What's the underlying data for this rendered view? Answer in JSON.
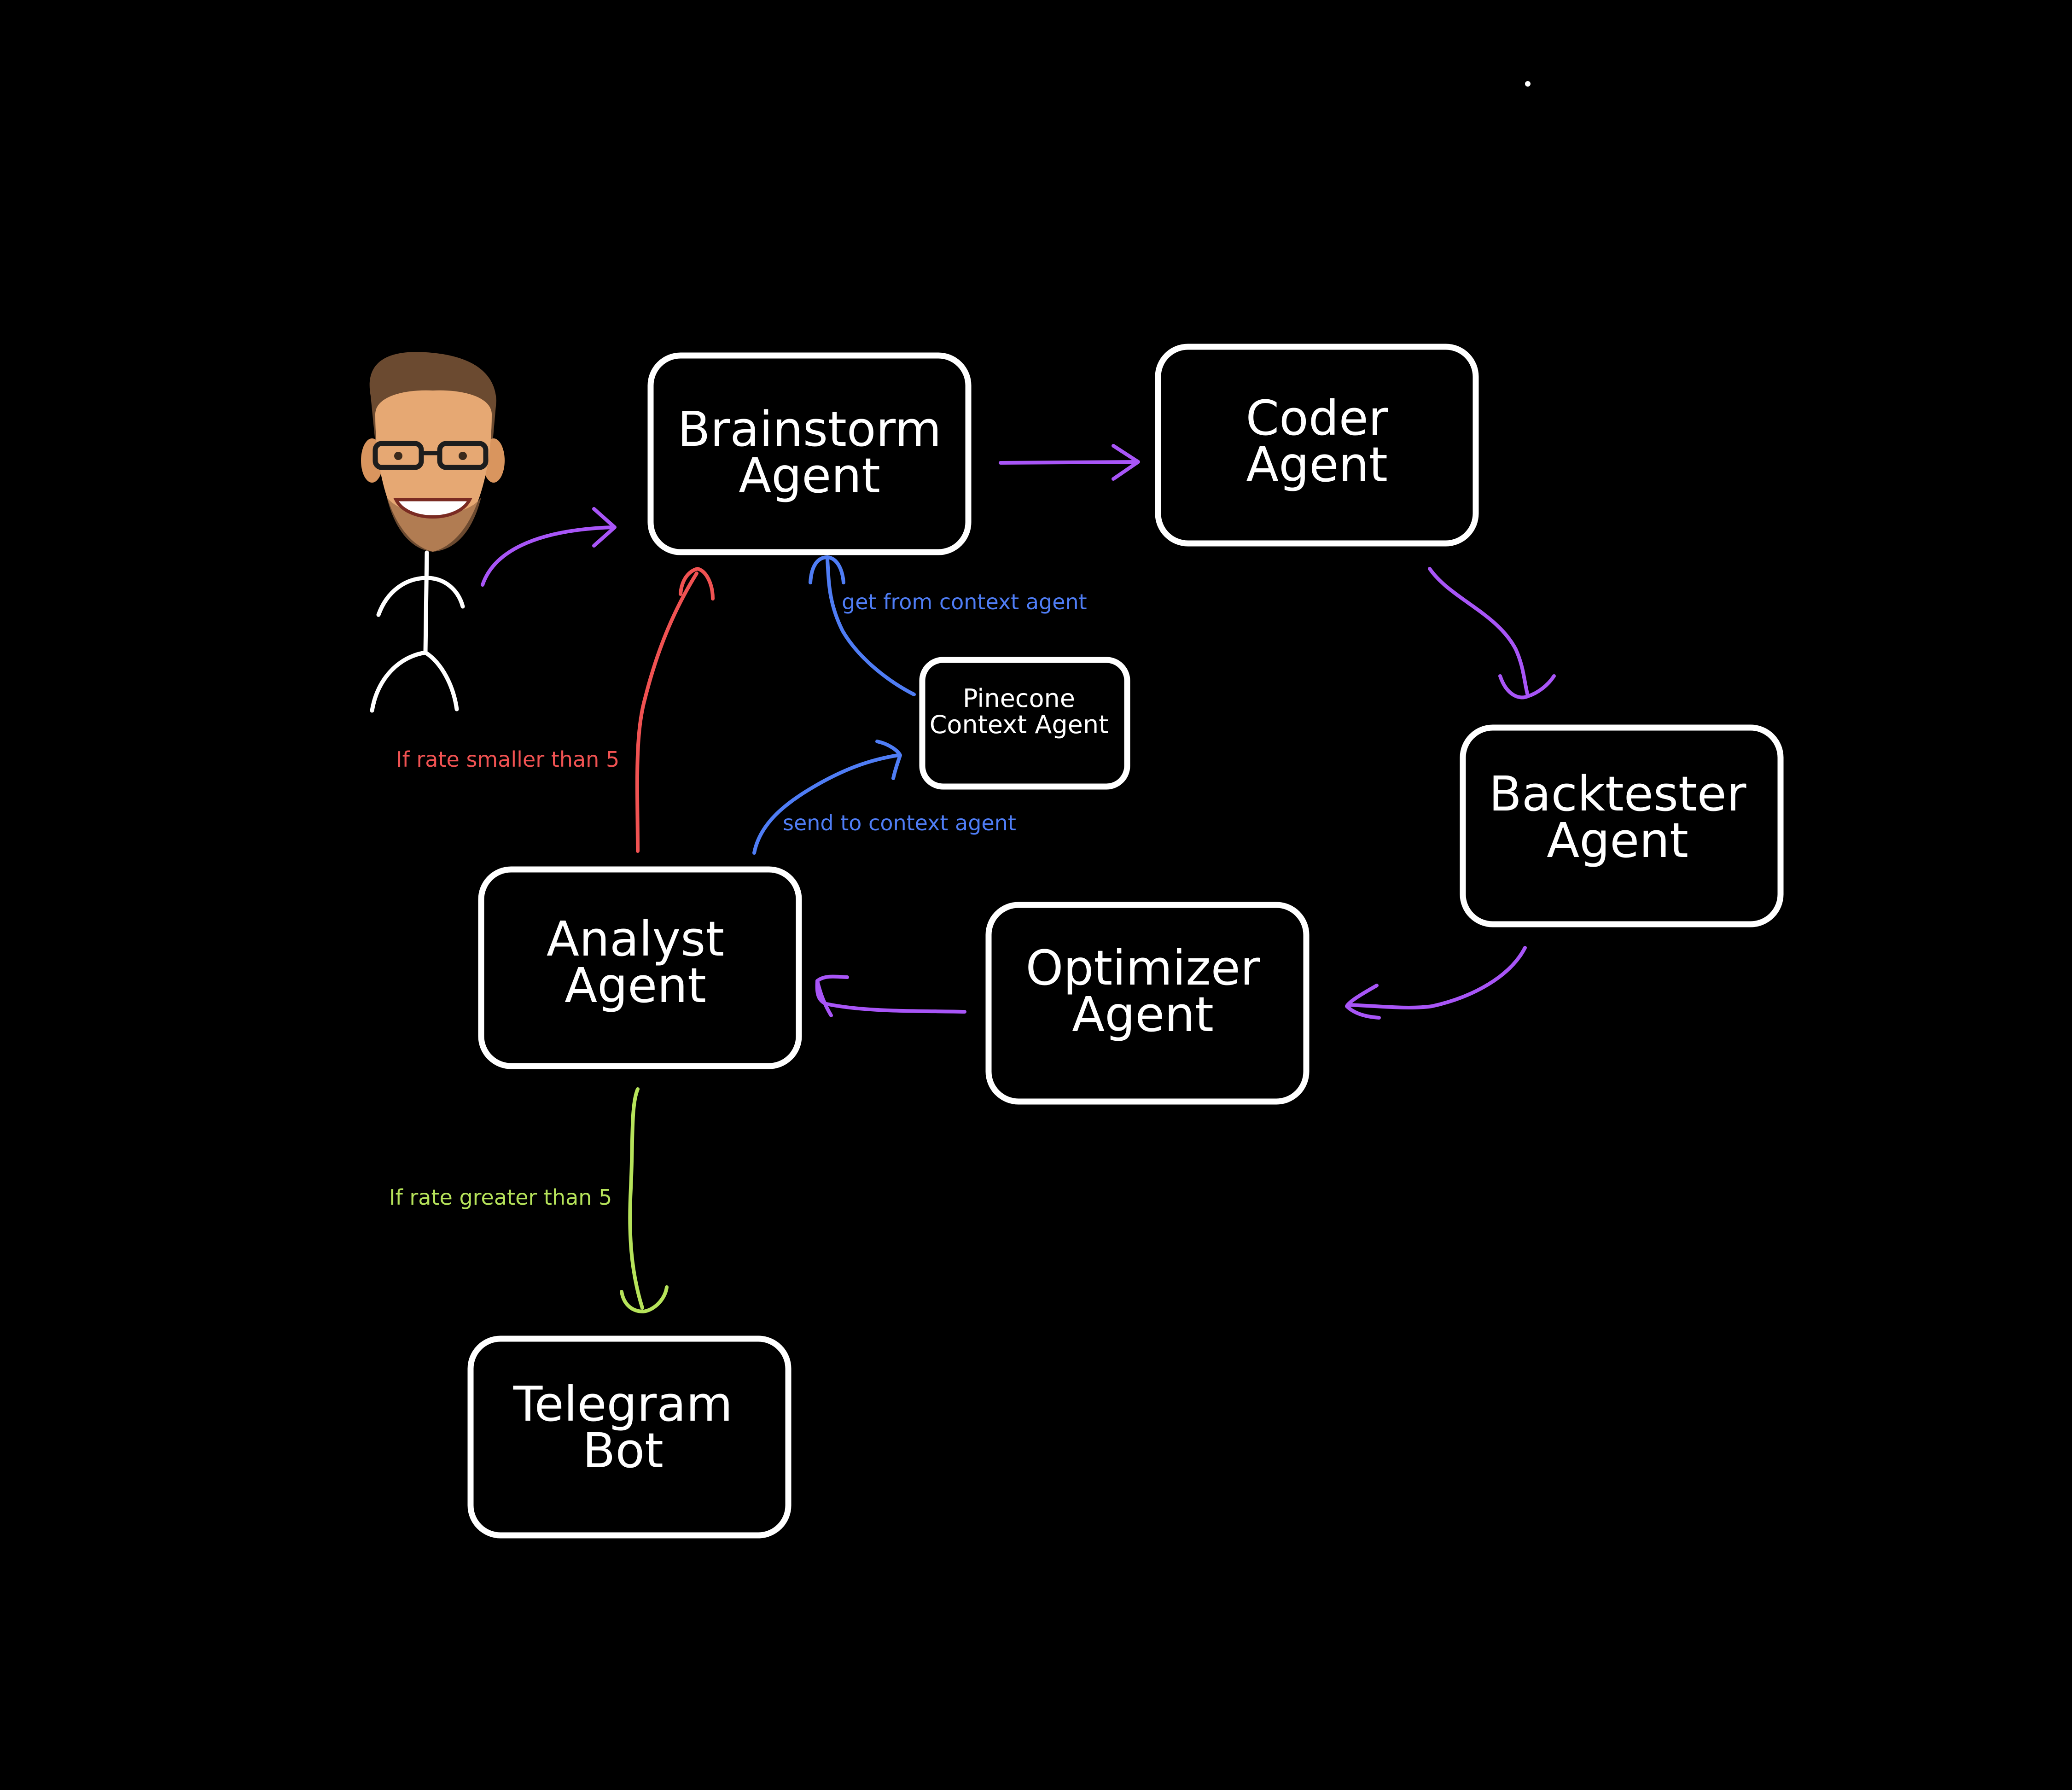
{
  "colors": {
    "background": "#000000",
    "box_stroke": "#ffffff",
    "flow_purple": "#a855f7",
    "context_blue": "#4f7df5",
    "loop_red": "#f05252",
    "exit_green": "#b6e35a"
  },
  "user": {
    "icon": "caricature-stick-figure-user-icon"
  },
  "nodes": {
    "brainstorm": {
      "line1": "Brainstorm",
      "line2": "Agent"
    },
    "coder": {
      "line1": "Coder",
      "line2": "Agent"
    },
    "backtester": {
      "line1": "Backtester",
      "line2": "Agent"
    },
    "optimizer": {
      "line1": "Optimizer",
      "line2": "Agent"
    },
    "analyst": {
      "line1": "Analyst",
      "line2": "Agent"
    },
    "pinecone": {
      "line1": "Pinecone",
      "line2": "Context Agent"
    },
    "telegram": {
      "line1": "Telegram",
      "line2": "Bot"
    }
  },
  "edge_labels": {
    "get_context": "get from context agent",
    "send_context": "send to context agent",
    "rate_smaller": "If rate smaller than 5",
    "rate_greater": "If rate greater than 5"
  }
}
